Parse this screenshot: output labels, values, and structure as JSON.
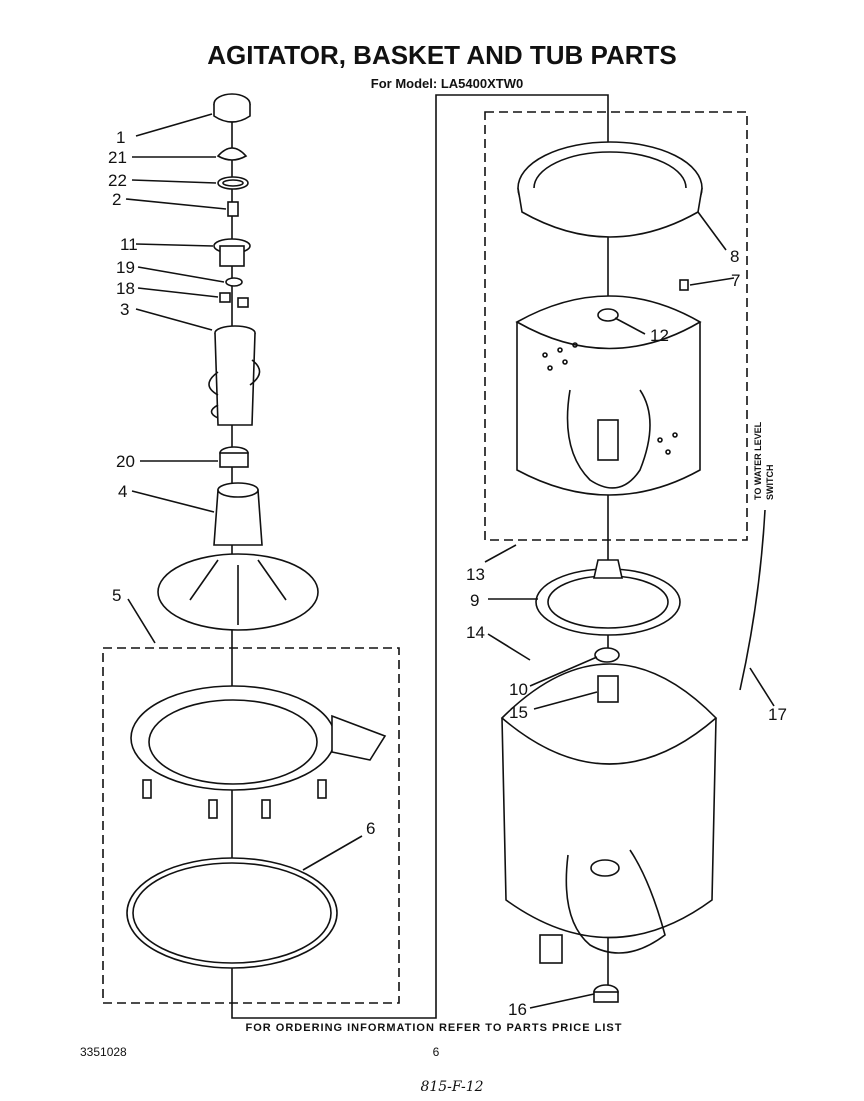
{
  "title": "AGITATOR, BASKET AND TUB PARTS",
  "subtitle": "For Model: LA5400XTW0",
  "footer_note": "FOR ORDERING INFORMATION REFER TO PARTS PRICE LIST",
  "doc_number": "3351028",
  "page_number": "6",
  "handwritten": "815-F-12",
  "water_label_line1": "TO WATER LEVEL",
  "water_label_line2": "SWITCH",
  "callouts": {
    "c1": "1",
    "c21": "21",
    "c22": "22",
    "c2": "2",
    "c11": "11",
    "c19": "19",
    "c18": "18",
    "c3": "3",
    "c20": "20",
    "c4": "4",
    "c5": "5",
    "c6": "6",
    "c8": "8",
    "c7": "7",
    "c12": "12",
    "c13": "13",
    "c9": "9",
    "c14": "14",
    "c10": "10",
    "c15": "15",
    "c17": "17",
    "c16": "16"
  }
}
